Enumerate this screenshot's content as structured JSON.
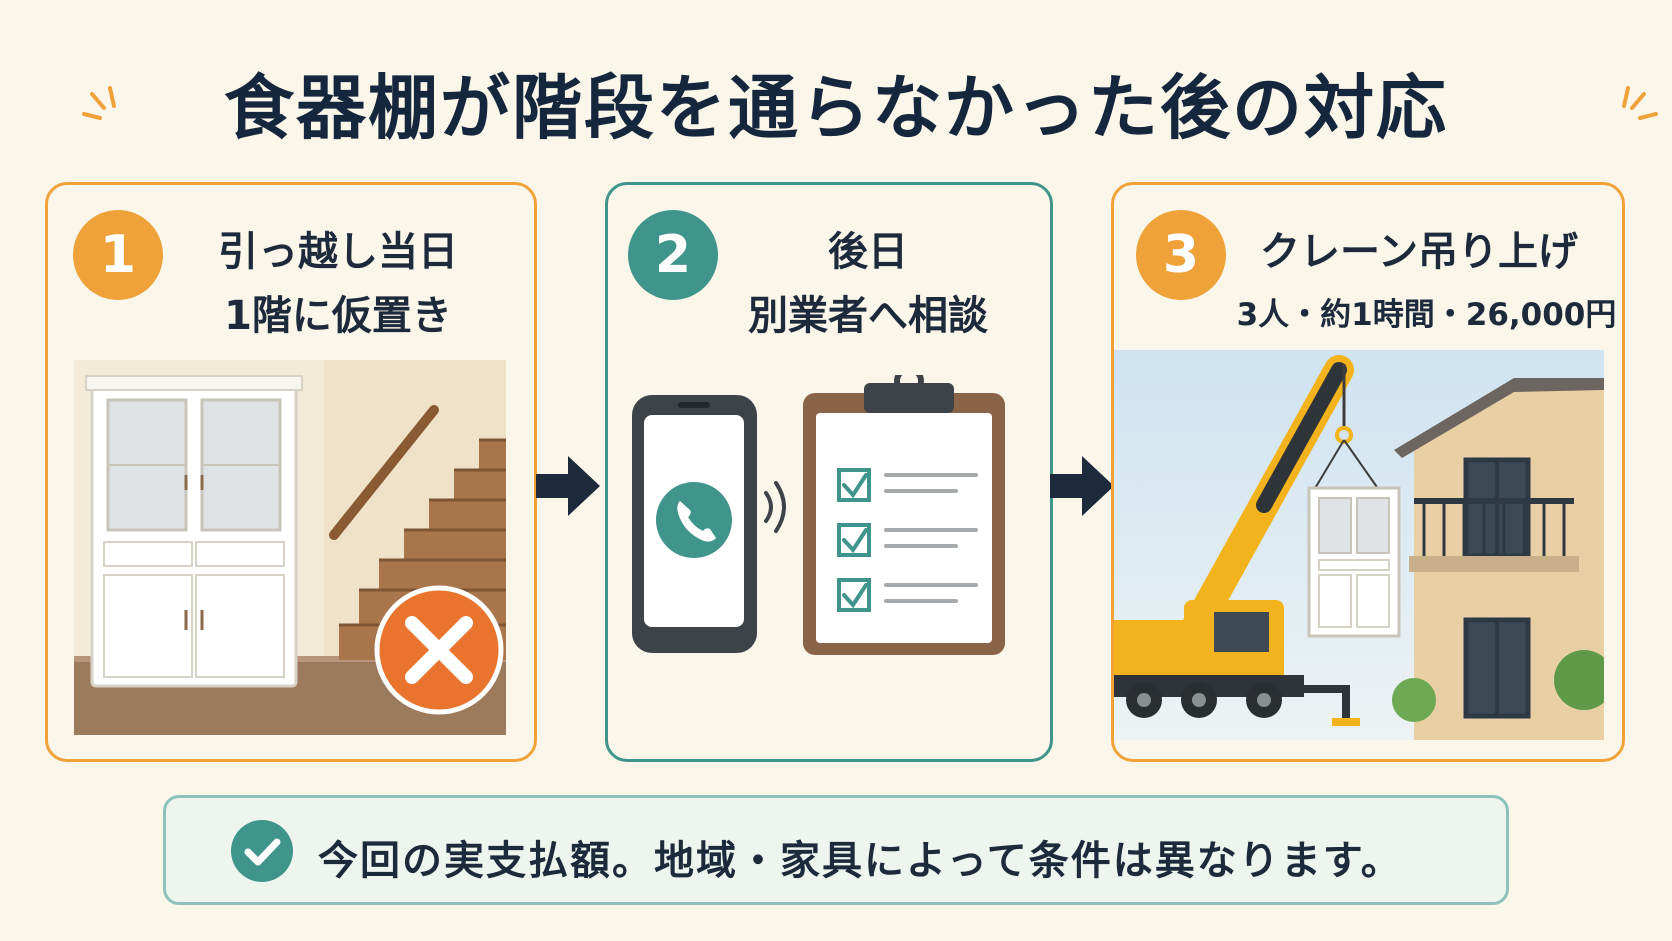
{
  "title": "食器棚が階段を通らなかった後の対応",
  "steps": [
    {
      "number": "1",
      "title": "引っ越し当日",
      "subtitle": "1階に仮置き"
    },
    {
      "number": "2",
      "title": "後日",
      "subtitle": "別業者へ相談"
    },
    {
      "number": "3",
      "title": "クレーン吊り上げ",
      "subtitle": "3人・約1時間・26,000円"
    }
  ],
  "note": {
    "text": "今回の実支払額。地域・家具によって条件は異なります。"
  },
  "icons": {
    "step1": [
      "cupboard-icon",
      "staircase-icon",
      "cross-icon"
    ],
    "step2": [
      "smartphone-icon",
      "phone-call-icon",
      "clipboard-checklist-icon"
    ],
    "step3": [
      "crane-truck-icon",
      "house-icon"
    ],
    "note": "check-circle-icon"
  },
  "colors": {
    "orange": "#f0a23a",
    "teal": "#3f958b",
    "navy": "#1c2a3c",
    "background": "#fbf6ea"
  }
}
